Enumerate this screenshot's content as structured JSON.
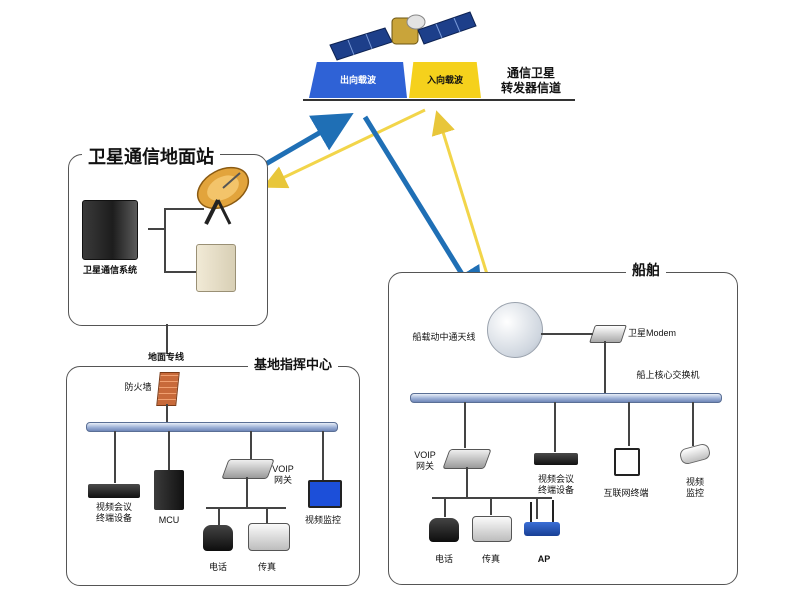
{
  "satellite": {
    "forward_label": "出向载波",
    "return_label": "入向载波",
    "channel_title_line1": "通信卫星",
    "channel_title_line2": "转发器信道"
  },
  "ground_station": {
    "title": "卫星通信地面站",
    "system_label": "卫星通信系统"
  },
  "link": {
    "label": "地面专线"
  },
  "base_center": {
    "title": "基地指挥中心",
    "firewall": "防火墙",
    "video_terminal": [
      "视频会议",
      "终端设备"
    ],
    "mcu": "MCU",
    "voip": [
      "VOIP",
      "网关"
    ],
    "video_monitor": "视频监控",
    "phone": "电话",
    "fax": "传真"
  },
  "ship": {
    "title": "船舶",
    "antenna": "船载动中通天线",
    "modem": "卫星Modem",
    "core_switch": "船上核心交换机",
    "voip": [
      "VOIP",
      "网关"
    ],
    "video_terminal": [
      "视频会议",
      "终端设备"
    ],
    "internet_terminal": "互联网终端",
    "video_monitor": [
      "视频",
      "监控"
    ],
    "phone": "电话",
    "fax": "传真",
    "ap": "AP"
  },
  "colors": {
    "forward": "#1f6fb5",
    "return": "#f2d54a",
    "channel_blue": "#2f62d6",
    "channel_yellow": "#f5d11c"
  }
}
